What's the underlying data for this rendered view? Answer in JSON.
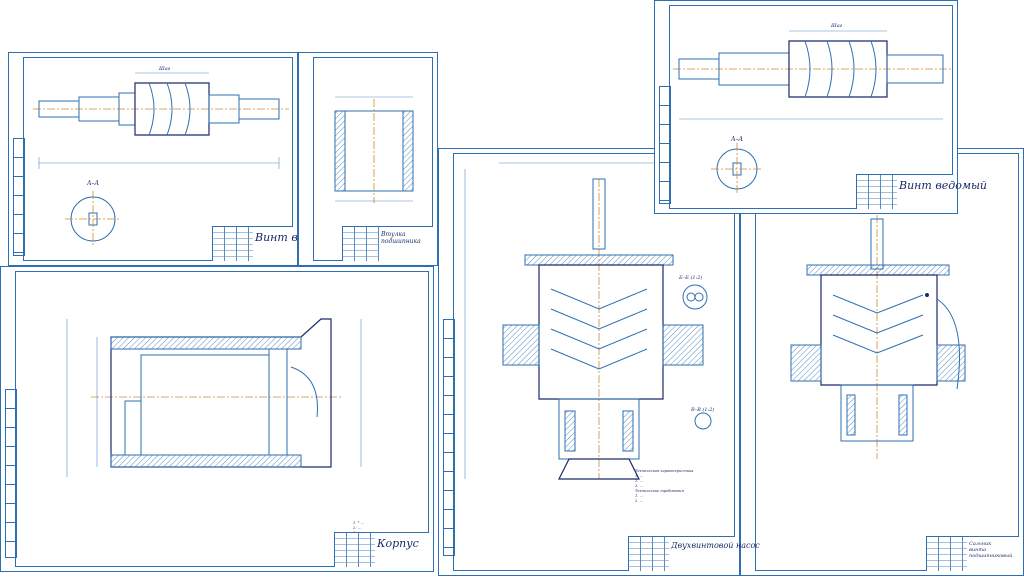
{
  "sheets": {
    "shaft_main": {
      "title": "Винт ведущий",
      "section": "А–А",
      "label_shag": "Шаг"
    },
    "sleeve": {
      "title": "Втулка подшипника"
    },
    "shaft_driven": {
      "title": "Винт ведомый",
      "section": "А–А",
      "label_shag": "Шаг"
    },
    "body": {
      "title": "Корпус"
    },
    "assembly": {
      "title": "Двухвинтовой насос",
      "section_b": "Б–Б (1:2)",
      "section_v": "В–В (1:2)",
      "tech_char_title": "Техническая характеристика",
      "tech_req_title": "Технические требования"
    },
    "general_view": {
      "title": "Сальник винта подшипниковый"
    }
  },
  "colors": {
    "line": "#2f6fb0",
    "ink": "#1a2a6a",
    "axis": "#d08a30"
  }
}
